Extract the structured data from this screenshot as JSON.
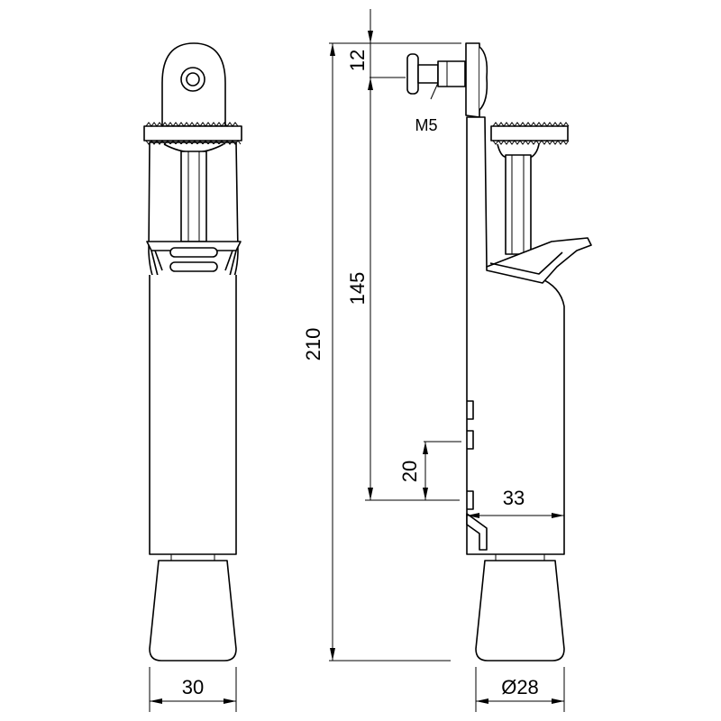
{
  "labels": {
    "width_front": "30",
    "diameter_foot": "Ø28",
    "total_height": "210",
    "mount_height": "145",
    "top_offset": "12",
    "slot_pitch": "20",
    "projection": "33",
    "screw": "M5"
  }
}
